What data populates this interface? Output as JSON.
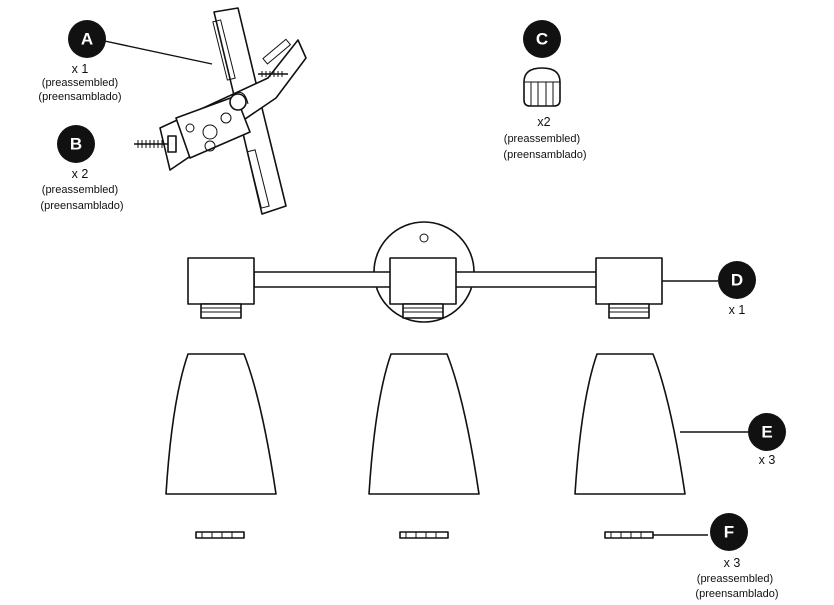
{
  "parts": [
    {
      "id": "A",
      "letter": "A",
      "qty": "x 1",
      "note_en": "(preassembled)",
      "note_es": "(preensamblado)"
    },
    {
      "id": "B",
      "letter": "B",
      "qty": "x 2",
      "note_en": "(preassembled)",
      "note_es": "(preensamblado)"
    },
    {
      "id": "C",
      "letter": "C",
      "qty": "x2",
      "note_en": "(preassembled)",
      "note_es": "(preensamblado)"
    },
    {
      "id": "D",
      "letter": "D",
      "qty": "x 1"
    },
    {
      "id": "E",
      "letter": "E",
      "qty": "x 3"
    },
    {
      "id": "F",
      "letter": "F",
      "qty": "x 3",
      "note_en": "(preassembled)",
      "note_es": "(preensamblado)"
    }
  ],
  "style": {
    "badge_color": "#111111",
    "line_color": "#111111",
    "background": "#ffffff"
  }
}
